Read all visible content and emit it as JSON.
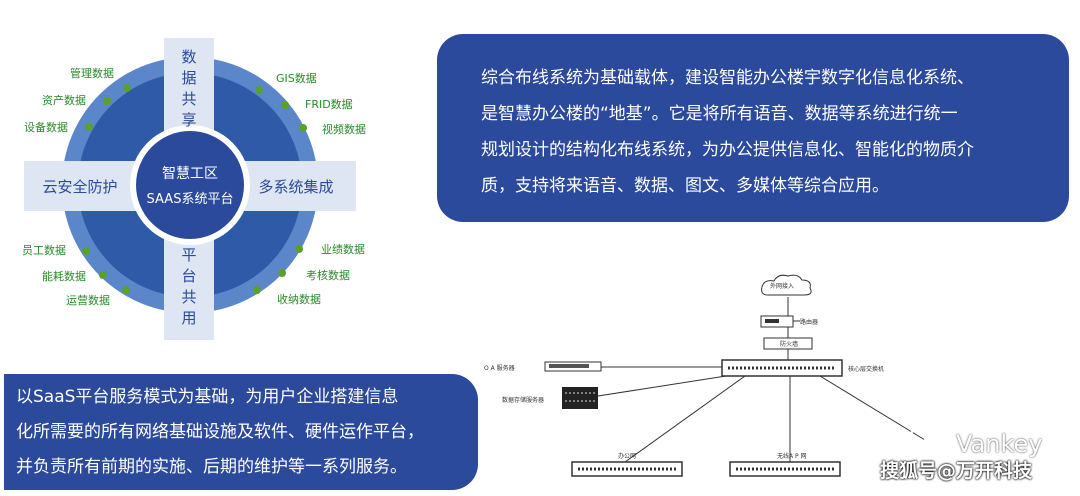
{
  "platform": {
    "center_line1": "智慧工区",
    "center_line2": "SAAS系统平台",
    "arm_top": "数据共享",
    "arm_bottom": "平台共用",
    "arm_left": "云安全防护",
    "arm_right": "多系统集成",
    "data_items_top_left": [
      "管理数据",
      "资产数据",
      "设备数据"
    ],
    "data_items_top_right": [
      "GIS数据",
      "FRID数据",
      "视频数据"
    ],
    "data_items_bottom_left": [
      "员工数据",
      "能耗数据",
      "运营数据"
    ],
    "data_items_bottom_right": [
      "业绩数据",
      "考核数据",
      "收纳数据"
    ],
    "colors": {
      "ring": "#2e5aa8",
      "ring_outer": "#5b86c9",
      "center": "#2b4a9c",
      "arm": "#dde6f2",
      "dot": "#5aa02c"
    }
  },
  "right_panel": {
    "lines": [
      "综合布线系统为基础载体，建设智能办公楼宇数字化信息化系统、",
      "是智慧办公楼的“地基”。它是将所有语音、数据等系统进行统一",
      "规划设计的结构化布线系统，为办公提供信息化、智能化的物质介",
      "质，支持将来语音、数据、图文、多媒体等综合应用。"
    ]
  },
  "left_panel": {
    "lines": [
      "以SaaS平台服务模式为基础，为用户企业搭建信息",
      "化所需要的所有网络基础设施及软件、硬件运作平台，",
      "并负责所有前期的实施、后期的维护等一系列服务。"
    ]
  },
  "network": {
    "internet": "外网接入",
    "router": "路由器",
    "firewall": "防火墙",
    "core_switch": "核心层交换机",
    "oa_server": "O A 服务器",
    "storage_server": "数据存储服务器",
    "office_net": "办公网",
    "wireless_net": "无线A P 网"
  },
  "watermark": {
    "brand": "Vankey",
    "caption": "搜狐号@万开科技"
  }
}
